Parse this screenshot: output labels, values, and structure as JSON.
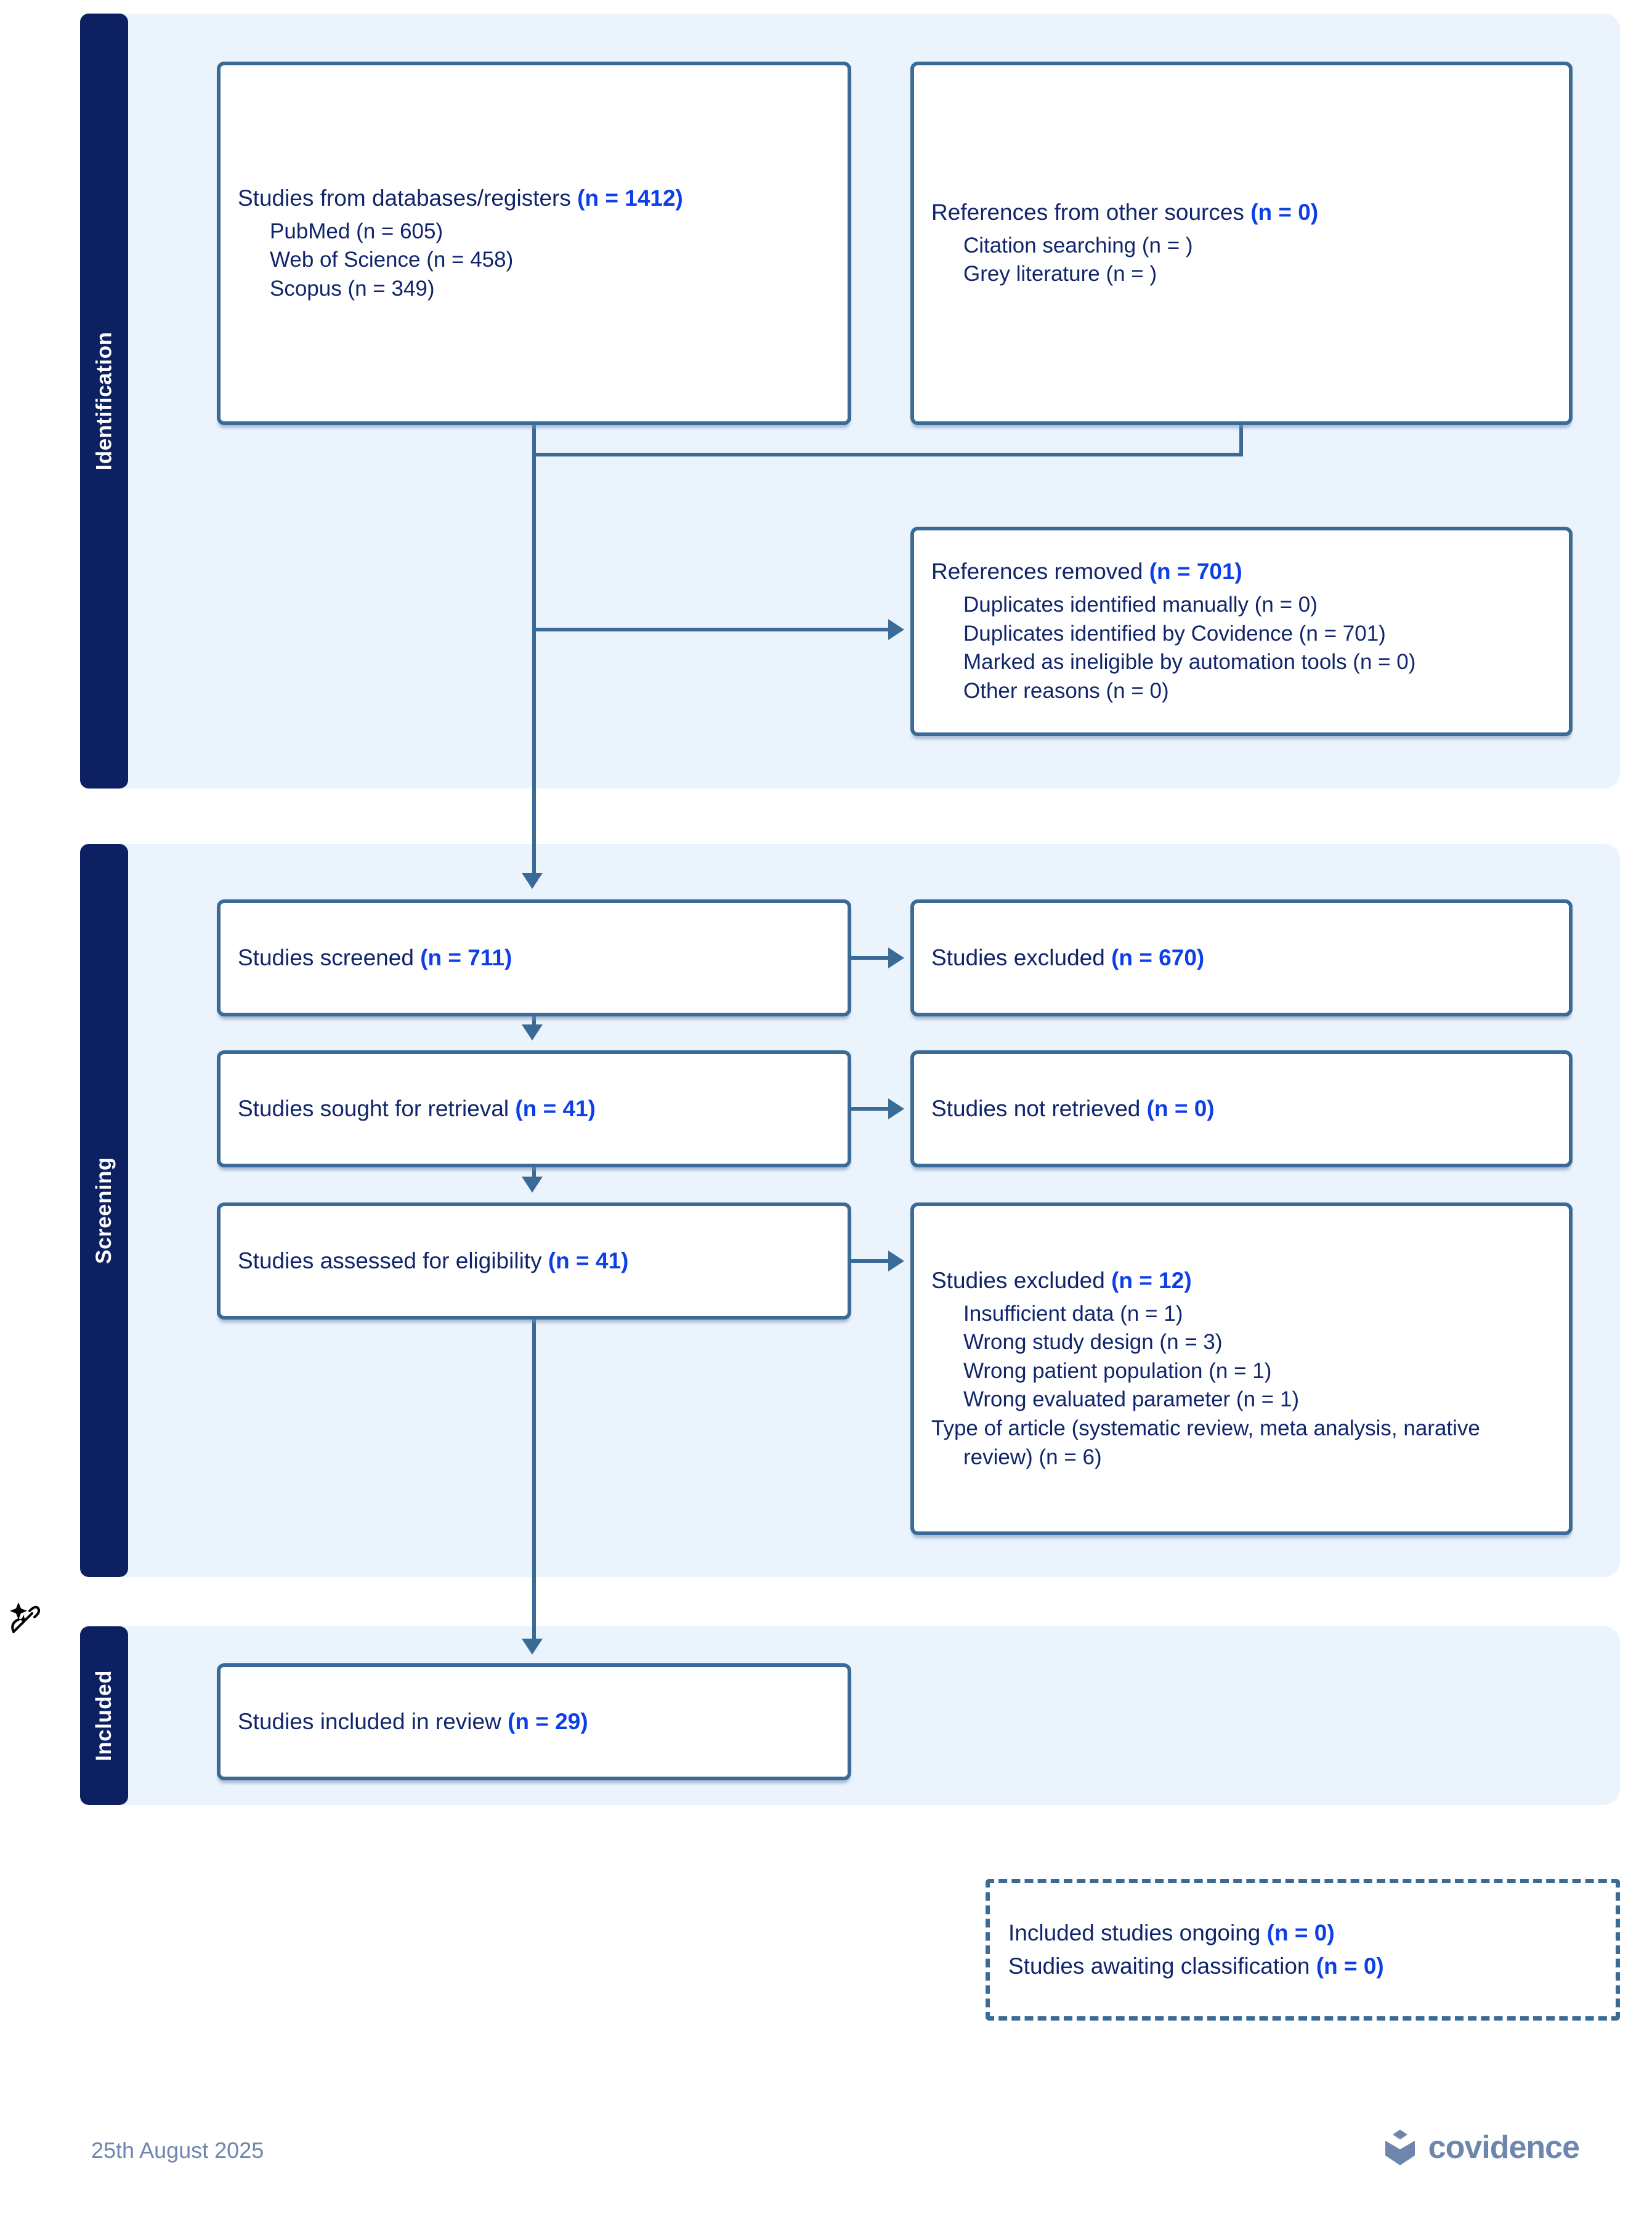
{
  "stages": {
    "identification": "Identification",
    "screening": "Screening",
    "included": "Included"
  },
  "boxes": {
    "databases": {
      "title": "Studies from databases/registers",
      "count": "(n = 1412)",
      "items": [
        "PubMed (n = 605)",
        "Web of Science (n = 458)",
        "Scopus (n = 349)"
      ]
    },
    "other_sources": {
      "title": "References from other sources",
      "count": "(n = 0)",
      "items": [
        "Citation searching (n = )",
        "Grey literature (n = )"
      ]
    },
    "references_removed": {
      "title": "References removed",
      "count": "(n = 701)",
      "items": [
        "Duplicates identified manually (n = 0)",
        "Duplicates identified by Covidence (n = 701)",
        "Marked as ineligible by automation tools (n = 0)",
        "Other reasons (n = 0)"
      ]
    },
    "screened": {
      "title": "Studies screened",
      "count": "(n = 711)"
    },
    "excluded": {
      "title": "Studies excluded",
      "count": "(n = 670)"
    },
    "sought": {
      "title": "Studies sought for retrieval",
      "count": "(n = 41)"
    },
    "not_retrieved": {
      "title": "Studies not retrieved",
      "count": "(n = 0)"
    },
    "eligibility": {
      "title": "Studies assessed for eligibility",
      "count": "(n = 41)"
    },
    "excluded_reasons": {
      "title": "Studies excluded",
      "count": "(n = 12)",
      "items": [
        "Insufficient data (n = 1)",
        "Wrong study design (n = 3)",
        "Wrong patient population (n = 1)",
        "Wrong evaluated parameter (n = 1)",
        "Type of article (systematic review, meta analysis, narative review) (n = 6)"
      ]
    },
    "included": {
      "title": "Studies included in review",
      "count": "(n = 29)"
    },
    "ongoing": {
      "line1_title": "Included studies ongoing",
      "line1_count": "(n = 0)",
      "line2_title": "Studies awaiting classification",
      "line2_count": "(n = 0)"
    }
  },
  "footer": {
    "date": "25th August 2025",
    "brand": "covidence"
  },
  "colors": {
    "panel_background": "#ebf3fd",
    "stage_bar": "#0d2162",
    "box_border": "#3a6a96",
    "label_text": "#10256B",
    "count_text": "#0d3fe8",
    "footer_text": "#6e86ad"
  }
}
